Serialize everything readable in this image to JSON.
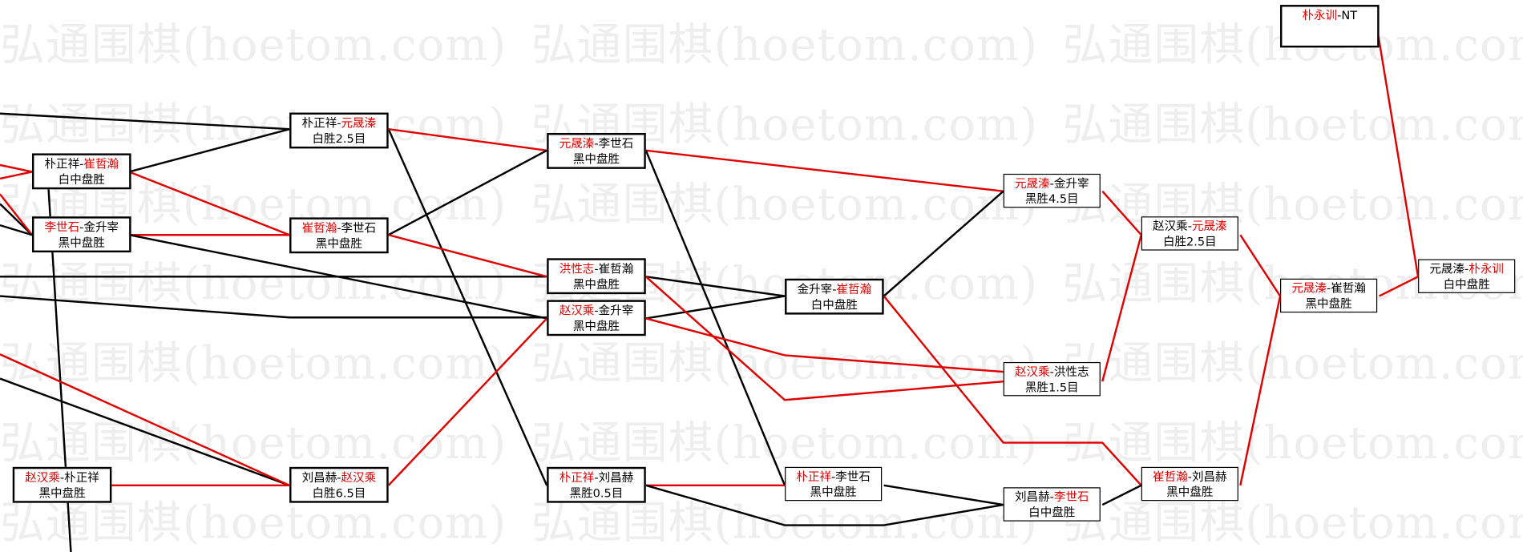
{
  "watermark": "弘通围棋(hoetom.com)",
  "separator": "-",
  "matches": [
    {
      "left": "朴正祥",
      "right": "崔哲瀚",
      "winner": "right",
      "result": "白中盘胜"
    },
    {
      "left": "李世石",
      "right": "金升宰",
      "winner": "left",
      "result": "黑中盘胜"
    },
    {
      "left": "赵汉乘",
      "right": "朴正祥",
      "winner": "left",
      "result": "黑中盘胜"
    },
    {
      "left": "朴正祥",
      "right": "元晟溱",
      "winner": "right",
      "result": "白胜2.5目"
    },
    {
      "left": "崔哲瀚",
      "right": "李世石",
      "winner": "left",
      "result": "黑中盘胜"
    },
    {
      "left": "刘昌赫",
      "right": "赵汉乘",
      "winner": "right",
      "result": "白胜6.5目"
    },
    {
      "left": "元晟溱",
      "right": "李世石",
      "winner": "left",
      "result": "黑中盘胜"
    },
    {
      "left": "洪性志",
      "right": "崔哲瀚",
      "winner": "left",
      "result": "黑中盘胜"
    },
    {
      "left": "赵汉乘",
      "right": "金升宰",
      "winner": "left",
      "result": "黑中盘胜"
    },
    {
      "left": "朴正祥",
      "right": "刘昌赫",
      "winner": "left",
      "result": "黑胜0.5目"
    },
    {
      "left": "金升宰",
      "right": "崔哲瀚",
      "winner": "right",
      "result": "白中盘胜"
    },
    {
      "left": "朴正祥",
      "right": "李世石",
      "winner": "left",
      "result": "黑中盘胜"
    },
    {
      "left": "元晟溱",
      "right": "金升宰",
      "winner": "left",
      "result": "黑胜4.5目"
    },
    {
      "left": "赵汉乘",
      "right": "洪性志",
      "winner": "left",
      "result": "黑胜1.5目"
    },
    {
      "left": "刘昌赫",
      "right": "李世石",
      "winner": "right",
      "result": "白中盘胜"
    },
    {
      "left": "赵汉乘",
      "right": "元晟溱",
      "winner": "right",
      "result": "白胜2.5目"
    },
    {
      "left": "崔哲瀚",
      "right": "刘昌赫",
      "winner": "left",
      "result": "黑中盘胜"
    },
    {
      "left": "元晟溱",
      "right": "崔哲瀚",
      "winner": "left",
      "result": "黑中盘胜"
    },
    {
      "left": "元晟溱",
      "right": "朴永训",
      "winner": "right",
      "result": "白中盘胜"
    },
    {
      "left": "朴永训",
      "right": "NT",
      "winner": "left",
      "result": ""
    }
  ],
  "colors": {
    "winner": "#e00000",
    "line_win": "#e00000",
    "line_loss": "#000000"
  }
}
